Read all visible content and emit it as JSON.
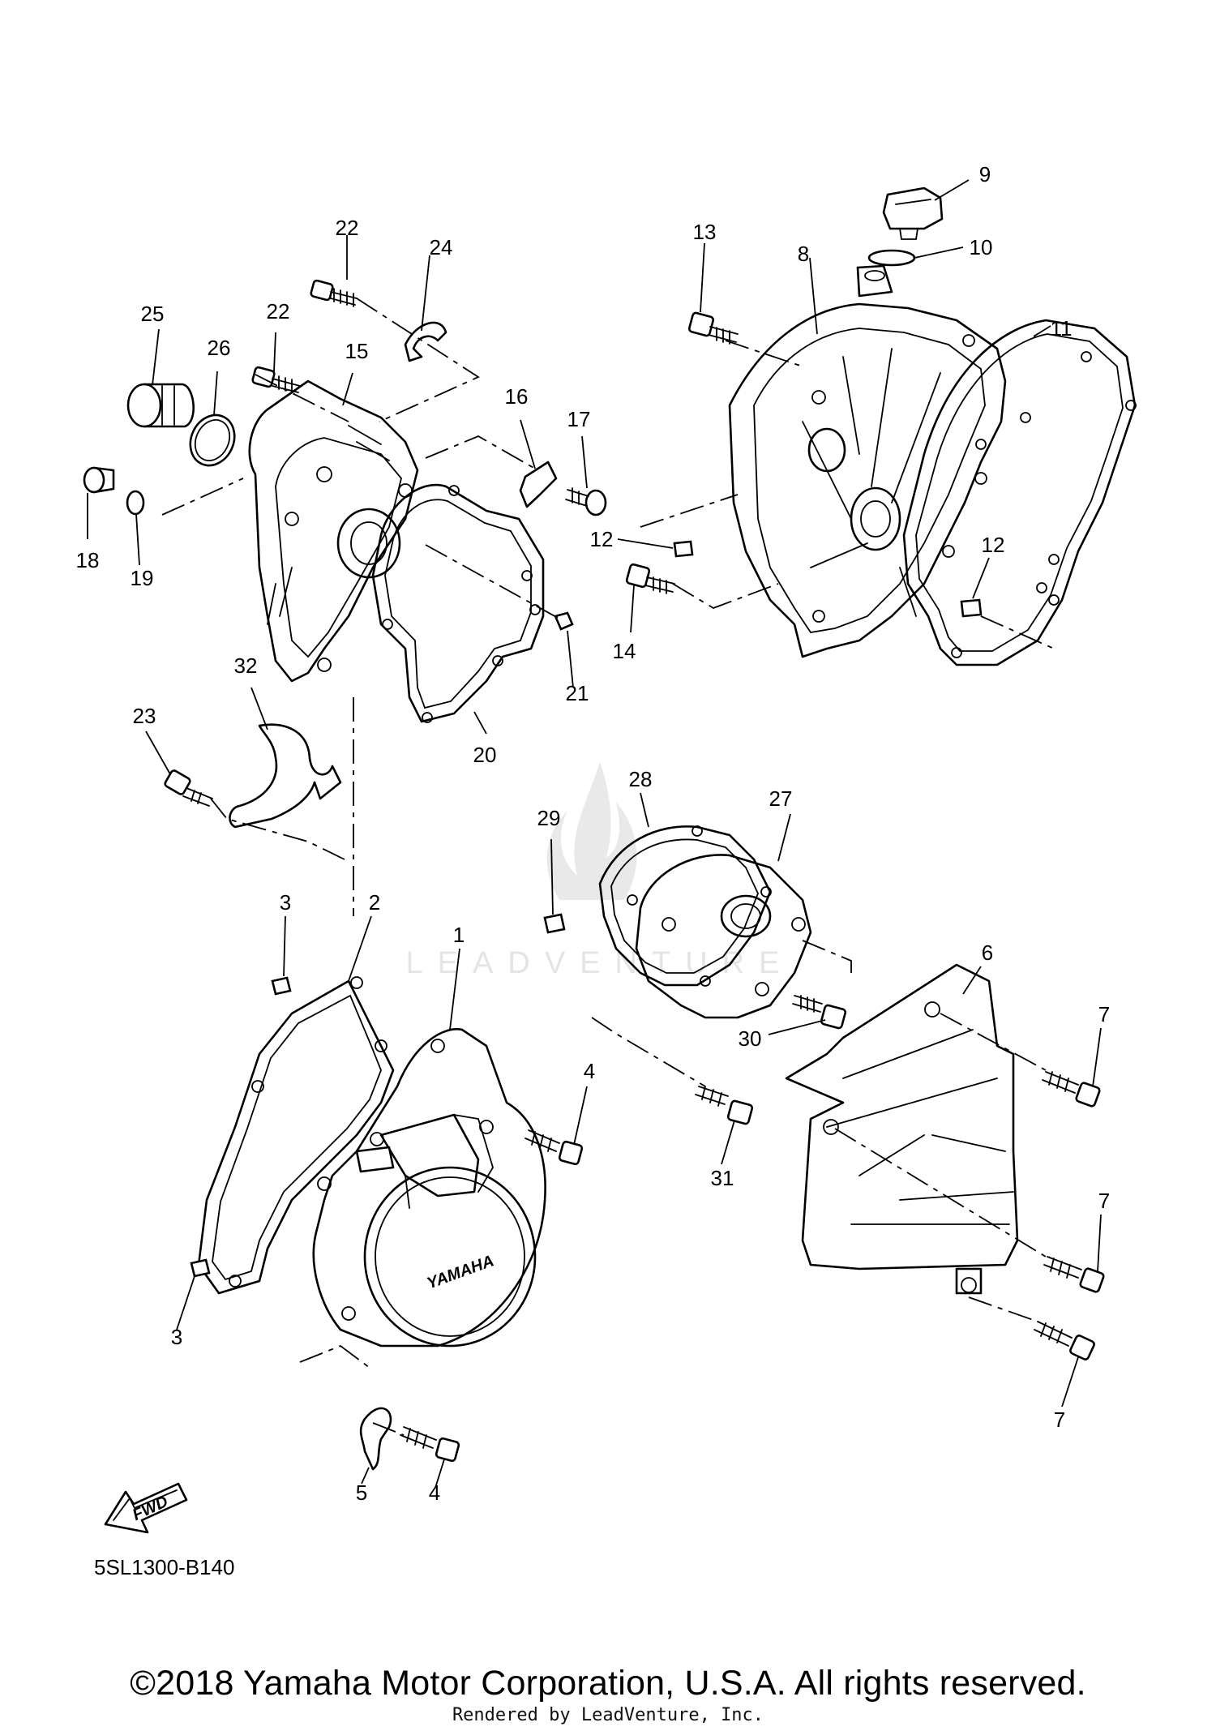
{
  "diagram": {
    "callouts": [
      {
        "id": "c1",
        "text": "1"
      },
      {
        "id": "c2",
        "text": "2"
      },
      {
        "id": "c3a",
        "text": "3"
      },
      {
        "id": "c3b",
        "text": "3"
      },
      {
        "id": "c4a",
        "text": "4"
      },
      {
        "id": "c4b",
        "text": "4"
      },
      {
        "id": "c5",
        "text": "5"
      },
      {
        "id": "c6",
        "text": "6"
      },
      {
        "id": "c7a",
        "text": "7"
      },
      {
        "id": "c7b",
        "text": "7"
      },
      {
        "id": "c7c",
        "text": "7"
      },
      {
        "id": "c8",
        "text": "8"
      },
      {
        "id": "c9",
        "text": "9"
      },
      {
        "id": "c10",
        "text": "10"
      },
      {
        "id": "c11",
        "text": "11"
      },
      {
        "id": "c12a",
        "text": "12"
      },
      {
        "id": "c12b",
        "text": "12"
      },
      {
        "id": "c13",
        "text": "13"
      },
      {
        "id": "c14",
        "text": "14"
      },
      {
        "id": "c15",
        "text": "15"
      },
      {
        "id": "c16",
        "text": "16"
      },
      {
        "id": "c17",
        "text": "17"
      },
      {
        "id": "c18",
        "text": "18"
      },
      {
        "id": "c19",
        "text": "19"
      },
      {
        "id": "c20",
        "text": "20"
      },
      {
        "id": "c21",
        "text": "21"
      },
      {
        "id": "c22a",
        "text": "22"
      },
      {
        "id": "c22b",
        "text": "22"
      },
      {
        "id": "c23",
        "text": "23"
      },
      {
        "id": "c24",
        "text": "24"
      },
      {
        "id": "c25",
        "text": "25"
      },
      {
        "id": "c26",
        "text": "26"
      },
      {
        "id": "c27",
        "text": "27"
      },
      {
        "id": "c28",
        "text": "28"
      },
      {
        "id": "c29",
        "text": "29"
      },
      {
        "id": "c30",
        "text": "30"
      },
      {
        "id": "c31",
        "text": "31"
      },
      {
        "id": "c32",
        "text": "32"
      }
    ],
    "cover_brand": "YAMAHA",
    "fwd_label": "FWD",
    "watermark": "LEADVENTURE"
  },
  "diagram_code": "5SL1300-B140",
  "copyright": "©2018 Yamaha Motor Corporation, U.S.A. All rights reserved.",
  "rendered_by": "Rendered by LeadVenture, Inc."
}
